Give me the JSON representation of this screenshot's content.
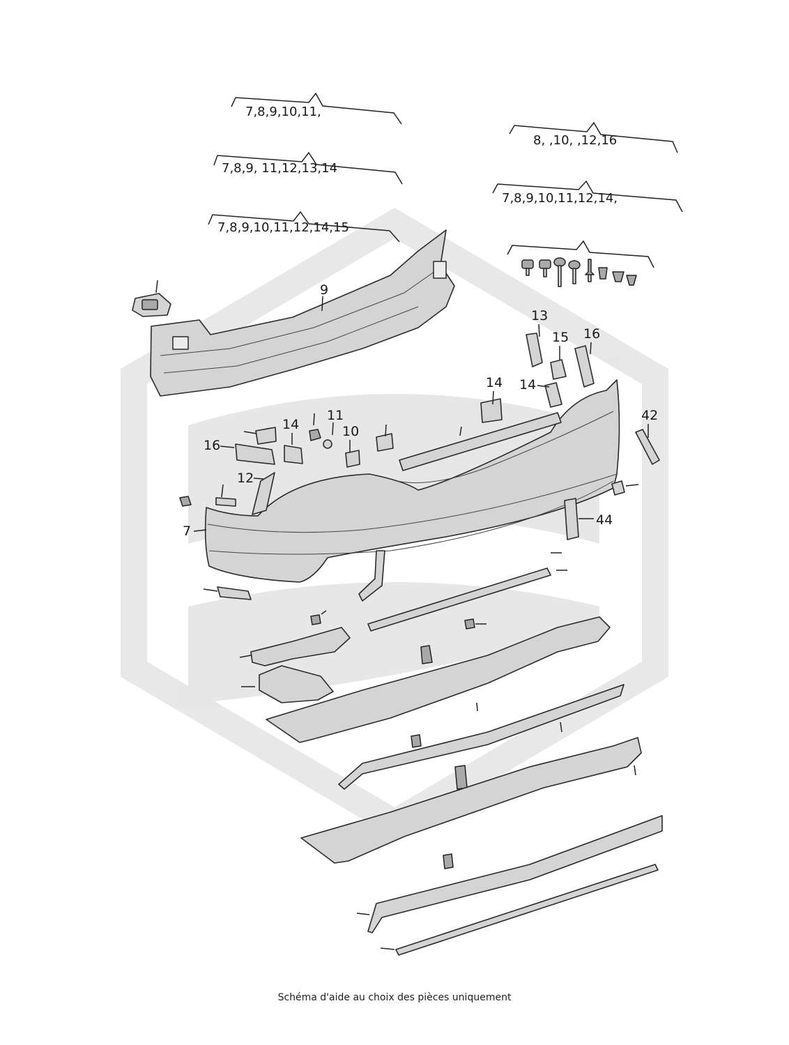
{
  "group_labels": [
    "7,8,9,10,11,",
    "7,8,9,  11,12,13,14",
    "7,8,9,10,11,12,14,15",
    "8,  ,10,  ,12,16",
    "7,8,9,10,11,12,14,"
  ],
  "callouts": {
    "c9": "9",
    "c13": "13",
    "c15": "15",
    "c16a": "16",
    "c14a": "14",
    "c14b": "14",
    "c42": "42",
    "c11": "11",
    "c14c": "14",
    "c10": "10",
    "c16b": "16",
    "c12": "12",
    "c7": "7",
    "c44": "44"
  },
  "caption": "Schéma d'aide au choix des pièces uniquement"
}
